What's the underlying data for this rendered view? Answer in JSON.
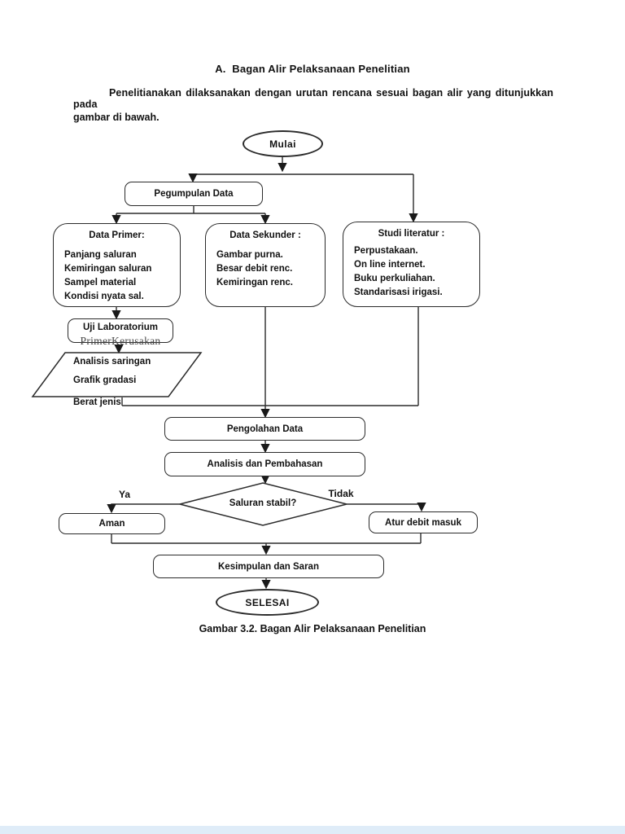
{
  "document": {
    "heading": "A.  Bagan Alir Pelaksanaan Penelitian",
    "paragraph": {
      "line1": "Penelitianakan dilaksanakan dengan urutan rencana sesuai bagan alir yang ditunjukkan pada",
      "line2": "gambar di bawah."
    },
    "caption": "Gambar 3.2. Bagan Alir Pelaksanaan Penelitian"
  },
  "flowchart": {
    "start_label": "Mulai",
    "collect_label": "Pegumpulan Data",
    "data_primer": {
      "title": "Data Primer:",
      "items": [
        "Panjang saluran",
        "Kemiringan saluran",
        "Sampel material",
        "Kondisi nyata sal."
      ]
    },
    "data_sekunder": {
      "title": "Data Sekunder :",
      "items": [
        "Gambar purna.",
        "Besar debit renc.",
        "Kemiringan renc."
      ]
    },
    "studi_literatur": {
      "title": "Studi literatur :",
      "items": [
        "Perpustakaan.",
        "On line internet.",
        "Buku perkuliahan.",
        "Standarisasi irigasi."
      ]
    },
    "uji_lab": {
      "title": "Uji Laboratorium",
      "subtext": "PrimerKerusakan"
    },
    "saringan": {
      "line1": "Analisis saringan",
      "line2": "Grafik gradasi",
      "line3": "Berat jenis"
    },
    "pengolahan_label": "Pengolahan Data",
    "analisis_label": "Analisis dan Pembahasan",
    "decision_label": "Saluran stabil?",
    "branch_yes": "Ya",
    "branch_no": "Tidak",
    "aman_label": "Aman",
    "atur_label": "Atur debit masuk",
    "kesimpulan_label": "Kesimpulan dan Saran",
    "end_label": "SELESAI"
  },
  "colors": {
    "line": "#2b2b2b",
    "text": "#111111",
    "page_bg": "#ffffff",
    "bottom_strip": "#dfecf8"
  }
}
